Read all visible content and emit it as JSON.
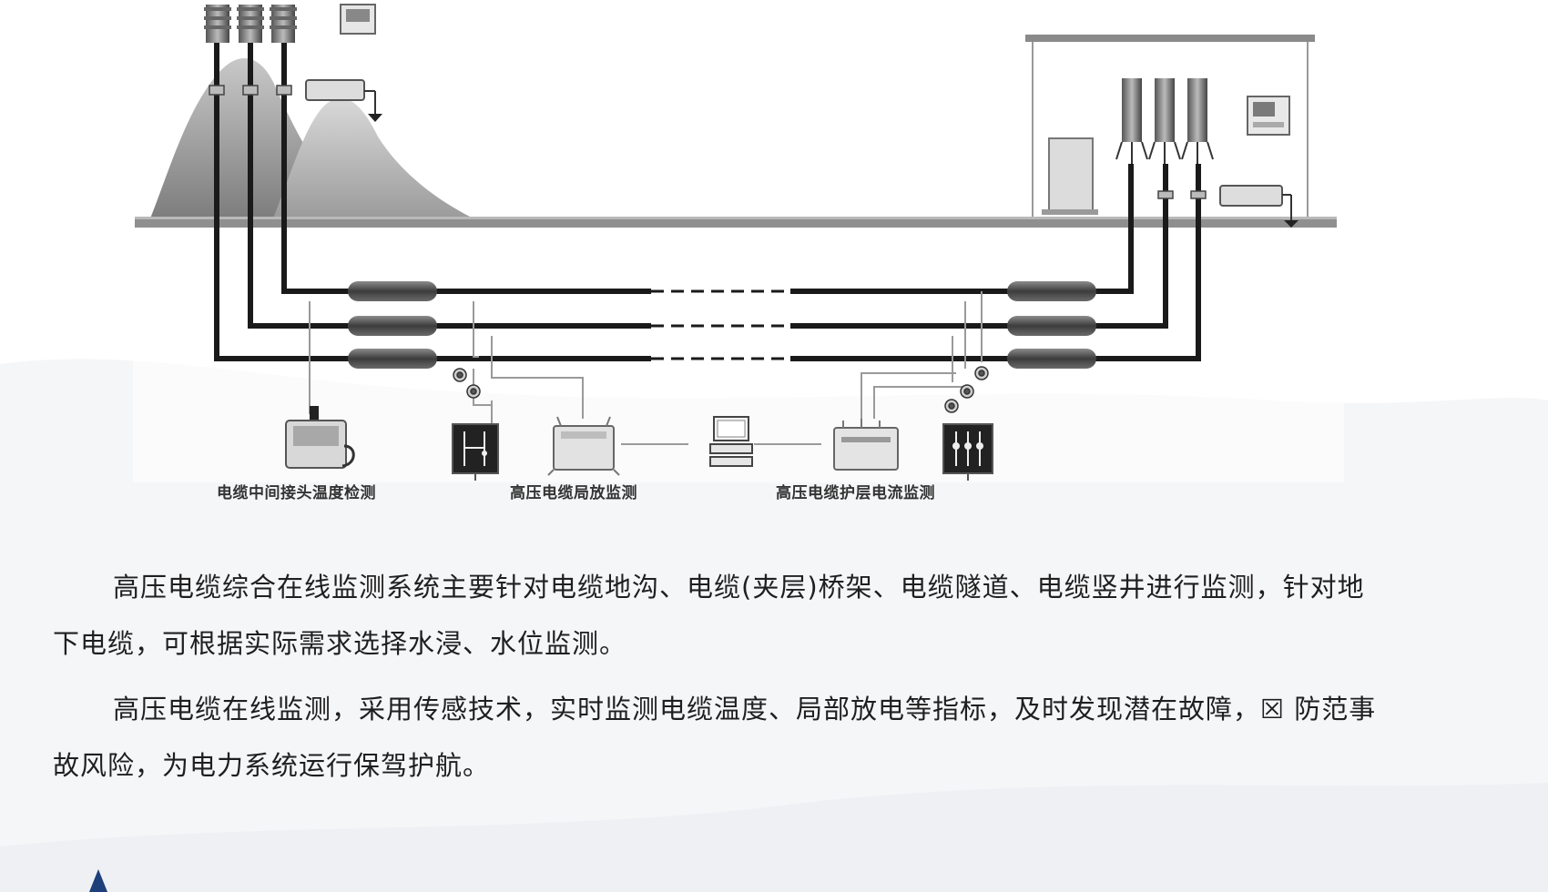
{
  "labels": {
    "joint_temp": "电缆中间接头温度检测",
    "partial_discharge": "高压电缆局放监测",
    "sheath_current": "高压电缆护层电流监测"
  },
  "body": {
    "p1_line1": "高压电缆综合在线监测系统主要针对电缆地沟、电缆(夹层)桥架、电缆隧道、电缆竖井进行监测，针对地",
    "p1_line2": "下电缆，可根据实际需求选择水浸、水位监测。",
    "p2_line1": "高压电缆在线监测，采用传感技术，实时监测电缆温度、局部放电等指标，及时发现潜在故障，☒ 防范事",
    "p2_line2": "故风险，为电力系统运行保驾护航。"
  },
  "colors": {
    "cable": "#1a1a1a",
    "ground": "#8f8f8f",
    "mountain_dark": "#8a8a8a",
    "mountain_light": "#b4b4b4",
    "building_outline": "#9a9a9a",
    "joint": "#5a5a5a",
    "signal_line": "#9a9a9a",
    "text": "#1f1f1f",
    "accent_logo": "#1d3f7a"
  },
  "icons": [
    "terminal-pole-icon",
    "temperature-sensor-icon",
    "current-sensor-icon",
    "ct-clamp-icon",
    "pd-monitor-box-icon",
    "computer-workstation-icon",
    "sheath-current-box-icon",
    "grounding-box-icon",
    "monitor-panel-icon",
    "logo-mark-icon"
  ]
}
